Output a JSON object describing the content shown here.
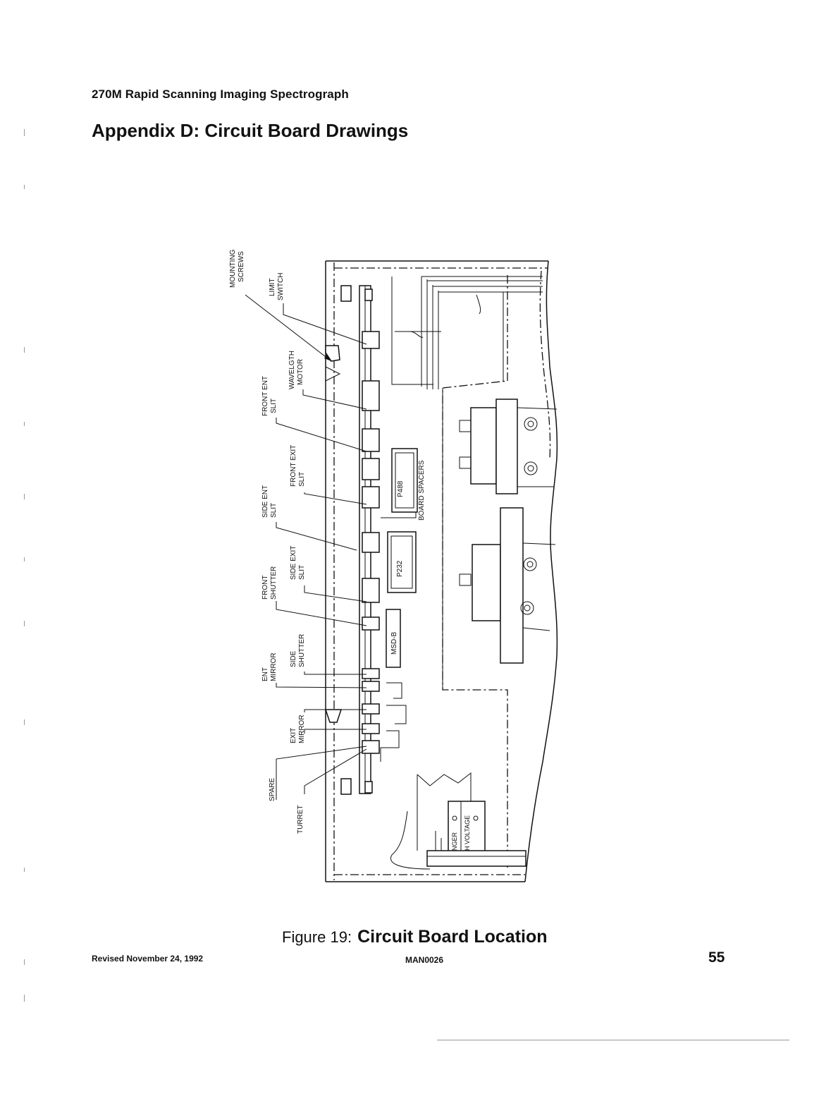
{
  "header": {
    "running_title": "270M Rapid Scanning Imaging Spectrograph",
    "section_title": "Appendix D: Circuit Board Drawings"
  },
  "drawing": {
    "callouts": {
      "mounting_screws": [
        "MOUNTING",
        "SCREWS"
      ],
      "limit_switch": [
        "LIMIT",
        "SWITCH"
      ],
      "wavelength_motor": [
        "WAVELGTH",
        "MOTOR"
      ],
      "front_ent_slit": [
        "FRONT ENT",
        "SLIT"
      ],
      "front_exit_slit": [
        "FRONT EXIT",
        "SLIT"
      ],
      "side_ent_slit": [
        "SIDE ENT",
        "SLIT"
      ],
      "side_exit_slit": [
        "SIDE EXIT",
        "SLIT"
      ],
      "front_shutter": [
        "FRONT",
        "SHUTTER"
      ],
      "side_shutter": [
        "SIDE",
        "SHUTTER"
      ],
      "ent_mirror": [
        "ENT",
        "MIRROR"
      ],
      "exit_mirror": [
        "EXIT",
        "MIRROR"
      ],
      "spare": "SPARE",
      "turret": "TURRET",
      "board_spacers": "BOARD SPACERS"
    },
    "board_labels": {
      "p488": "P488",
      "p232": "P232",
      "msd_b": "MSD-B"
    },
    "warning_label": {
      "line1": "NGER",
      "line2": "H VOLTAGE"
    }
  },
  "figure": {
    "number": "Figure 19:",
    "title": "Circuit Board Location"
  },
  "footer": {
    "revised": "Revised November 24, 1992",
    "doc_id": "MAN0026",
    "page_number": "55"
  }
}
